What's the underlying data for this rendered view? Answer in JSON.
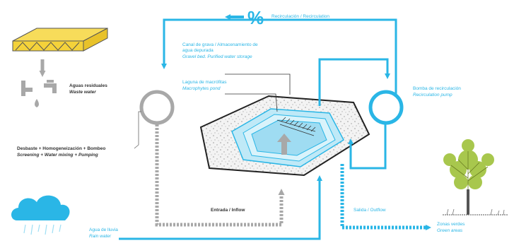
{
  "recirculation": {
    "symbol": "%",
    "label": "Recirculación / Recirculation"
  },
  "waste_water": {
    "es": "Aguas residuales",
    "en": "Waste water"
  },
  "pretreatment": {
    "es": "Desbaste + Homogeneización + Bombeo",
    "en": "Screening + Water mixing + Pumping"
  },
  "gravel_channel": {
    "es_line1": "Canal de grava / Almacenamiento de",
    "es_line2": "agua depurada",
    "en": "Gravel bed. Purified water storage"
  },
  "lagoon": {
    "es": "Laguna de macrófitas",
    "en": "Macrophytes pond"
  },
  "recirculation_pump": {
    "es": "Bomba de recirculación",
    "en": "Recirculation pump"
  },
  "inflow": "Entrada / Inflow",
  "outflow": "Salida / Outflow",
  "green_areas": {
    "es": "Zonas verdes",
    "en": "Green areas"
  },
  "rain_water": {
    "es": "Agua de lluvia",
    "en": "Rain water"
  },
  "colors": {
    "accent_blue": "#2ab6e6",
    "flow_gray": "#a8a8a8",
    "roof_yellow": "#f4d23a",
    "tree_green": "#9fc23a"
  }
}
